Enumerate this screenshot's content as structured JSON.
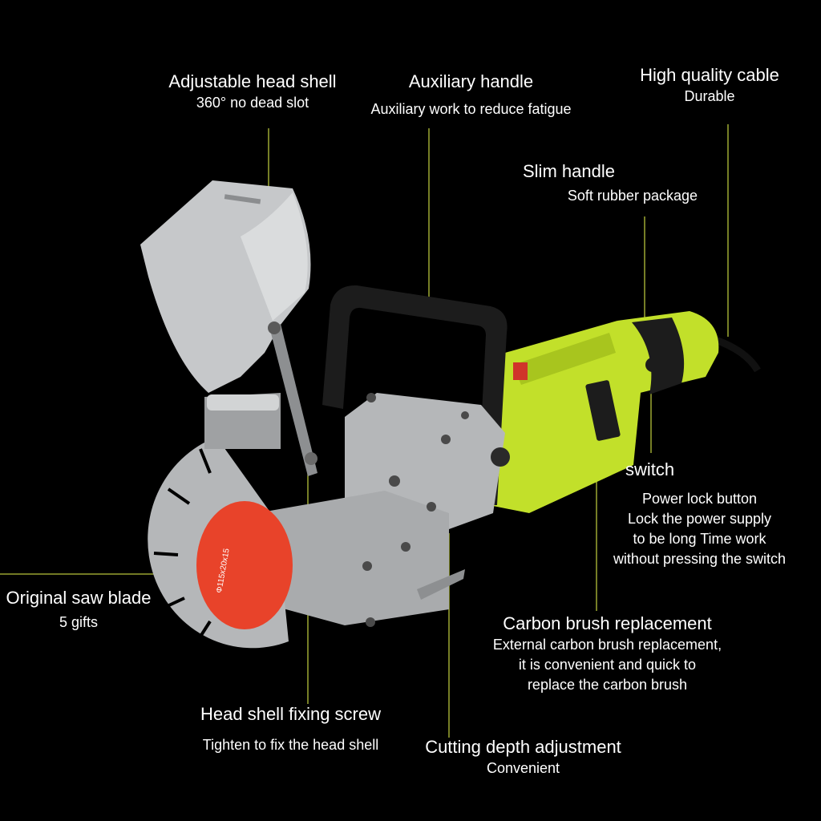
{
  "colors": {
    "background": "#000000",
    "body_green": "#c2e02a",
    "blade_red": "#e8432a",
    "metal": "#b5b7b9",
    "handle_black": "#1c1c1c",
    "leader_line": "#b6c33a"
  },
  "labels": {
    "head_shell": {
      "title": "Adjustable head shell",
      "sub": "360° no dead slot"
    },
    "aux_handle": {
      "title": "Auxiliary handle",
      "sub": "Auxiliary work to reduce fatigue"
    },
    "cable": {
      "title": "High quality cable",
      "sub": "Durable"
    },
    "slim_handle": {
      "title": "Slim handle",
      "sub": "Soft rubber package"
    },
    "switch": {
      "title": "switch",
      "sub": [
        "Power lock button",
        "Lock the power supply",
        "to be long Time work",
        "without pressing the switch"
      ]
    },
    "saw_blade": {
      "title": "Original saw blade",
      "sub": "5 gifts"
    },
    "carbon_brush": {
      "title": "Carbon brush replacement",
      "sub": [
        "External carbon brush replacement,",
        "it is convenient and quick to",
        "replace the carbon brush"
      ]
    },
    "fixing_screw": {
      "title": "Head shell fixing screw",
      "sub": "Tighten to fix the head shell"
    },
    "depth": {
      "title": "Cutting depth adjustment",
      "sub": "Convenient"
    }
  },
  "blade_text": "Φ115x20x15"
}
